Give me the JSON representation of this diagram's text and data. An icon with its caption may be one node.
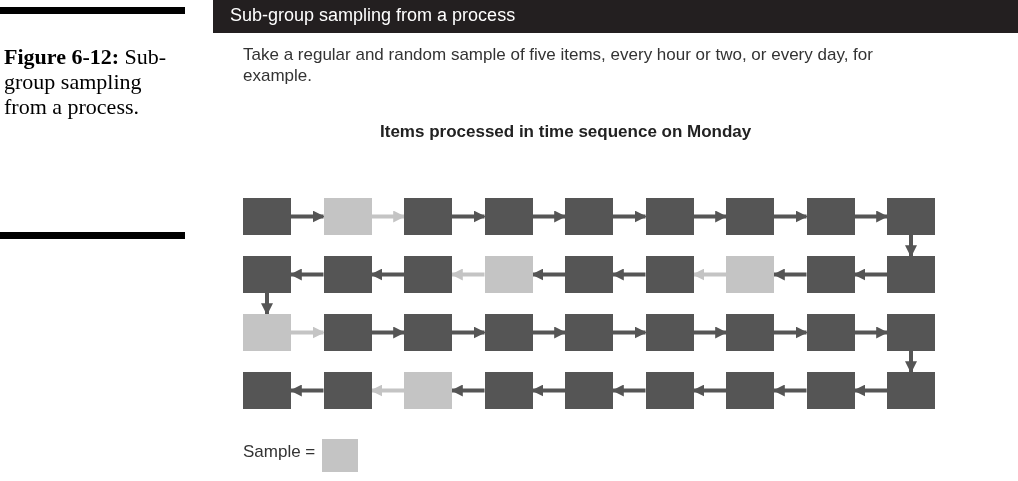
{
  "diagram": {
    "title": "Sub-group sampling from a process",
    "caption": "**Figure 6-12:** Sub-group sampling from a process.",
    "labels": [
      "Take a regular and random sample of five items, every hour or two, or every day, for example.",
      "Items processed in time sequence on Monday"
    ],
    "legend": [
      {
        "text": "Sample =",
        "color": "#c4c4c4"
      }
    ],
    "nodes": [
      {
        "text": [],
        "shape": "box"
      },
      {
        "text": [],
        "shape": "box"
      },
      {
        "text": [],
        "shape": "box"
      },
      {
        "text": [],
        "shape": "box"
      },
      {
        "text": [],
        "shape": "box"
      },
      {
        "text": [],
        "shape": "box"
      },
      {
        "text": [],
        "shape": "box"
      },
      {
        "text": [],
        "shape": "box"
      },
      {
        "text": [],
        "shape": "box"
      },
      {
        "text": [],
        "shape": "box"
      },
      {
        "text": [],
        "shape": "box"
      },
      {
        "text": [],
        "shape": "box"
      },
      {
        "text": [],
        "shape": "box"
      },
      {
        "text": [],
        "shape": "box"
      },
      {
        "text": [],
        "shape": "box"
      },
      {
        "text": [],
        "shape": "box"
      },
      {
        "text": [],
        "shape": "box"
      },
      {
        "text": [],
        "shape": "box"
      },
      {
        "text": [],
        "shape": "box"
      },
      {
        "text": [],
        "shape": "box"
      },
      {
        "text": [],
        "shape": "box"
      },
      {
        "text": [],
        "shape": "box"
      },
      {
        "text": [],
        "shape": "box"
      },
      {
        "text": [],
        "shape": "box"
      },
      {
        "text": [],
        "shape": "box"
      },
      {
        "text": [],
        "shape": "box"
      },
      {
        "text": [],
        "shape": "box"
      },
      {
        "text": [],
        "shape": "box"
      },
      {
        "text": [],
        "shape": "box"
      },
      {
        "text": [],
        "shape": "box"
      },
      {
        "text": [],
        "shape": "box"
      },
      {
        "text": [],
        "shape": "box"
      },
      {
        "text": [],
        "shape": "box"
      },
      {
        "text": [],
        "shape": "box"
      },
      {
        "text": [],
        "shape": "box"
      },
      {
        "text": [],
        "shape": "box"
      }
    ],
    "edges": [
      {
        "from": 0,
        "to": 1,
        "arrow": "to"
      },
      {
        "from": 1,
        "to": 2,
        "arrow": "to",
        "color": "#c4c4c4"
      },
      {
        "from": 2,
        "to": 3,
        "arrow": "to"
      },
      {
        "from": 3,
        "to": 4,
        "arrow": "to"
      },
      {
        "from": 4,
        "to": 5,
        "arrow": "to"
      },
      {
        "from": 5,
        "to": 6,
        "arrow": "to"
      },
      {
        "from": 6,
        "to": 7,
        "arrow": "to"
      },
      {
        "from": 7,
        "to": 8,
        "arrow": "to"
      },
      {
        "from": 8,
        "to": 9,
        "arrow": "to"
      },
      {
        "from": 9,
        "to": 10,
        "arrow": "to"
      },
      {
        "from": 10,
        "to": 11,
        "arrow": "to"
      },
      {
        "from": 11,
        "to": 12,
        "arrow": "to",
        "color": "#c4c4c4"
      },
      {
        "from": 12,
        "to": 13,
        "arrow": "to"
      },
      {
        "from": 13,
        "to": 14,
        "arrow": "to"
      },
      {
        "from": 14,
        "to": 15,
        "arrow": "to",
        "color": "#c4c4c4"
      },
      {
        "from": 15,
        "to": 16,
        "arrow": "to"
      },
      {
        "from": 16,
        "to": 17,
        "arrow": "to"
      },
      {
        "from": 17,
        "to": 18,
        "arrow": "to"
      },
      {
        "from": 18,
        "to": 19,
        "arrow": "to",
        "color": "#c4c4c4"
      },
      {
        "from": 19,
        "to": 20,
        "arrow": "to"
      },
      {
        "from": 20,
        "to": 21,
        "arrow": "to"
      },
      {
        "from": 21,
        "to": 22,
        "arrow": "to"
      },
      {
        "from": 22,
        "to": 23,
        "arrow": "to"
      },
      {
        "from": 23,
        "to": 24,
        "arrow": "to"
      },
      {
        "from": 24,
        "to": 25,
        "arrow": "to"
      },
      {
        "from": 25,
        "to": 26,
        "arrow": "to"
      },
      {
        "from": 26,
        "to": 27,
        "arrow": "to"
      },
      {
        "from": 27,
        "to": 28,
        "arrow": "to"
      },
      {
        "from": 28,
        "to": 29,
        "arrow": "to"
      },
      {
        "from": 29,
        "to": 30,
        "arrow": "to"
      },
      {
        "from": 30,
        "to": 31,
        "arrow": "to"
      },
      {
        "from": 31,
        "to": 32,
        "arrow": "to"
      },
      {
        "from": 32,
        "to": 33,
        "arrow": "to"
      },
      {
        "from": 33,
        "to": 34,
        "arrow": "to",
        "color": "#c4c4c4"
      },
      {
        "from": 34,
        "to": 35,
        "arrow": "to"
      }
    ]
  }
}
